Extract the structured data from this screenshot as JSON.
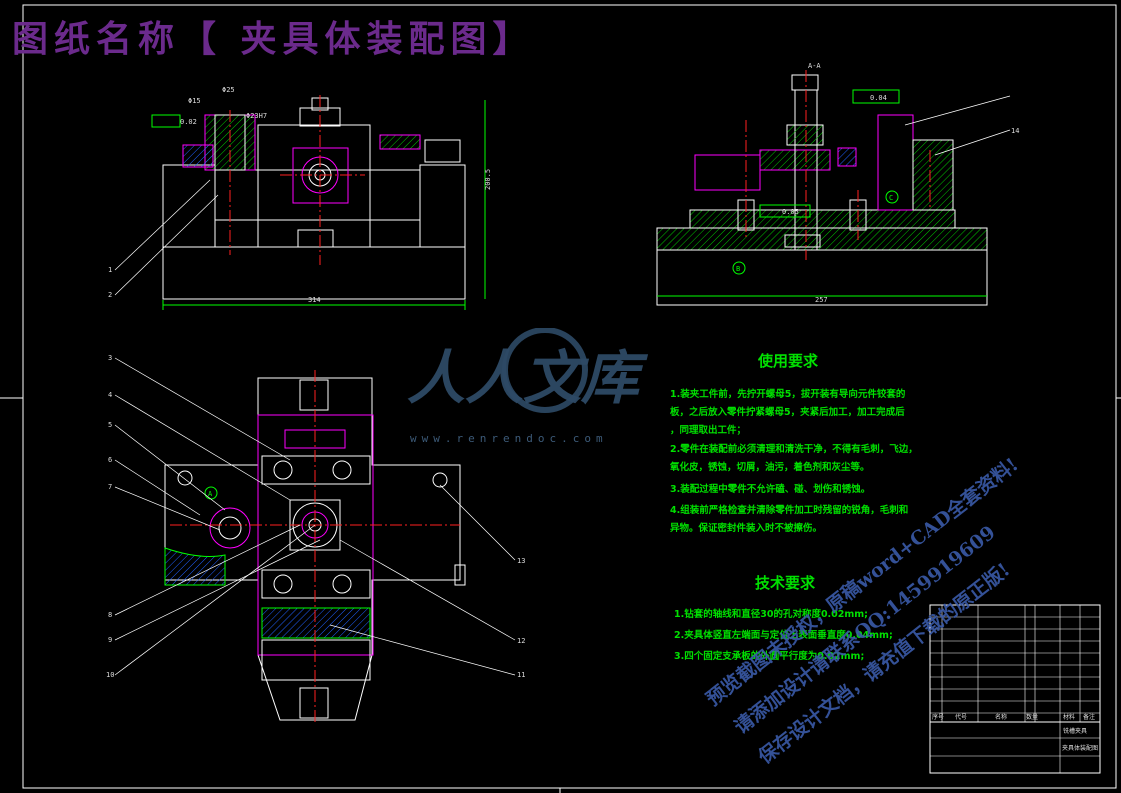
{
  "title": "图纸名称【 夹具体装配图】",
  "section_label": "A-A",
  "dimensions": {
    "front_width": "314",
    "front_height": "200.5",
    "side_width": "257",
    "dia_a": "Φ25",
    "dia_b": "Φ15",
    "fit_a": "Φ23H7",
    "tol_front": "0.02",
    "tol_side": "0.04",
    "tol_center": "0.05"
  },
  "datums": [
    "A",
    "B",
    "C"
  ],
  "balloons": [
    "1",
    "2",
    "3",
    "4",
    "5",
    "6",
    "7",
    "8",
    "9",
    "10",
    "11",
    "12",
    "13",
    "14"
  ],
  "usage_requirements": {
    "heading": "使用要求",
    "items": [
      "1.装夹工件前，先拧开螺母5，拔开装有导向元件铰套的",
      "板，之后放入零件拧紧螺母5，夹紧后加工，加工完成后",
      "，同理取出工件；",
      "2.零件在装配前必须清理和清洗干净，不得有毛刺，飞边，",
      "氧化皮，锈蚀，切屑，油污，着色剂和灰尘等。",
      "3.装配过程中零件不允许磕、碰、划伤和锈蚀。",
      "4.组装前严格检查并清除零件加工时残留的锐角，毛刺和",
      "异物。保证密封件装入时不被擦伤。"
    ]
  },
  "technical_requirements": {
    "heading": "技术要求",
    "items": [
      "1.钻套的轴线和直径30的孔对称度0.02mm;",
      "2.夹具体竖直左端面与定位上表面垂直度0.04mm;",
      "3.四个固定支承板的外圆平行度为0.02mm;"
    ]
  },
  "watermark": {
    "logo": "人人文库",
    "url": "www.renrendoc.com",
    "line1": "预览截图未授权，原稿word+CAD全套资料!",
    "line2": "请添加设计请联系QQ:1459919609",
    "line3": "保存设计文档，请充值下载的原正版!"
  },
  "title_block": {
    "drawing_name": "夹具体装配图",
    "part_label": "铣槽夹具",
    "headers": [
      "序号",
      "代号",
      "名称",
      "数量",
      "材料",
      "备注"
    ]
  },
  "colors": {
    "background": "#000000",
    "outline": "#ffffff",
    "part": "#ff00ff",
    "dimension": "#00ff00",
    "hatch": "#00c800",
    "centerline": "#ff2020",
    "title": "#6b2a8c",
    "watermark": "#3a5aa8"
  }
}
